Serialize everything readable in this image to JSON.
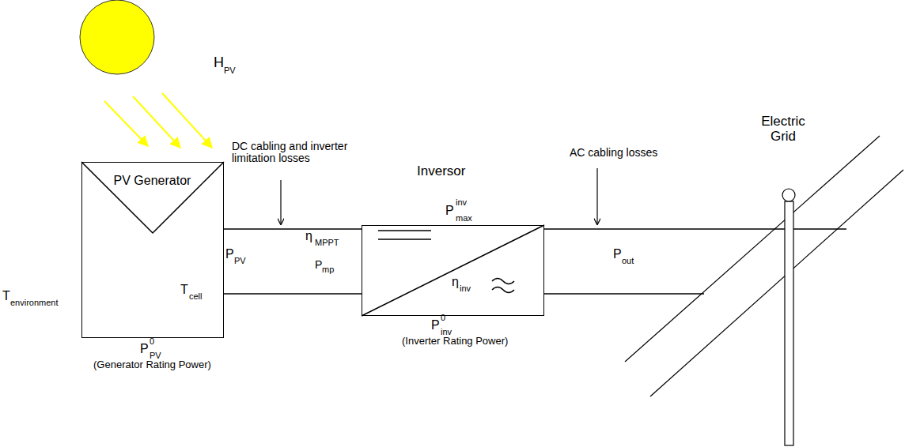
{
  "diagram": {
    "nodes": [
      {
        "text": [
          "PV Generator",
          "T",
          "cell"
        ]
      },
      {
        "text": [
          "η",
          "inv"
        ]
      }
    ],
    "edges": [
      {
        "from": 0,
        "to": 1,
        "arrow": "none"
      },
      {
        "from": 0,
        "to": 1,
        "arrow": "none"
      }
    ],
    "labels": [
      "H",
      "PV",
      "DC cabling and inverter limitation losses",
      "Inversor",
      "AC cabling losses",
      "Electric Grid",
      "P",
      "inv",
      "max",
      "η",
      "MPPT",
      "P",
      "PV",
      "P",
      "mp",
      "P",
      "out",
      "T",
      "environment",
      "P",
      "0",
      "PV",
      "(Generator Rating Power)",
      "P",
      "0",
      "inv",
      "(Inverter Rating Power)"
    ]
  }
}
